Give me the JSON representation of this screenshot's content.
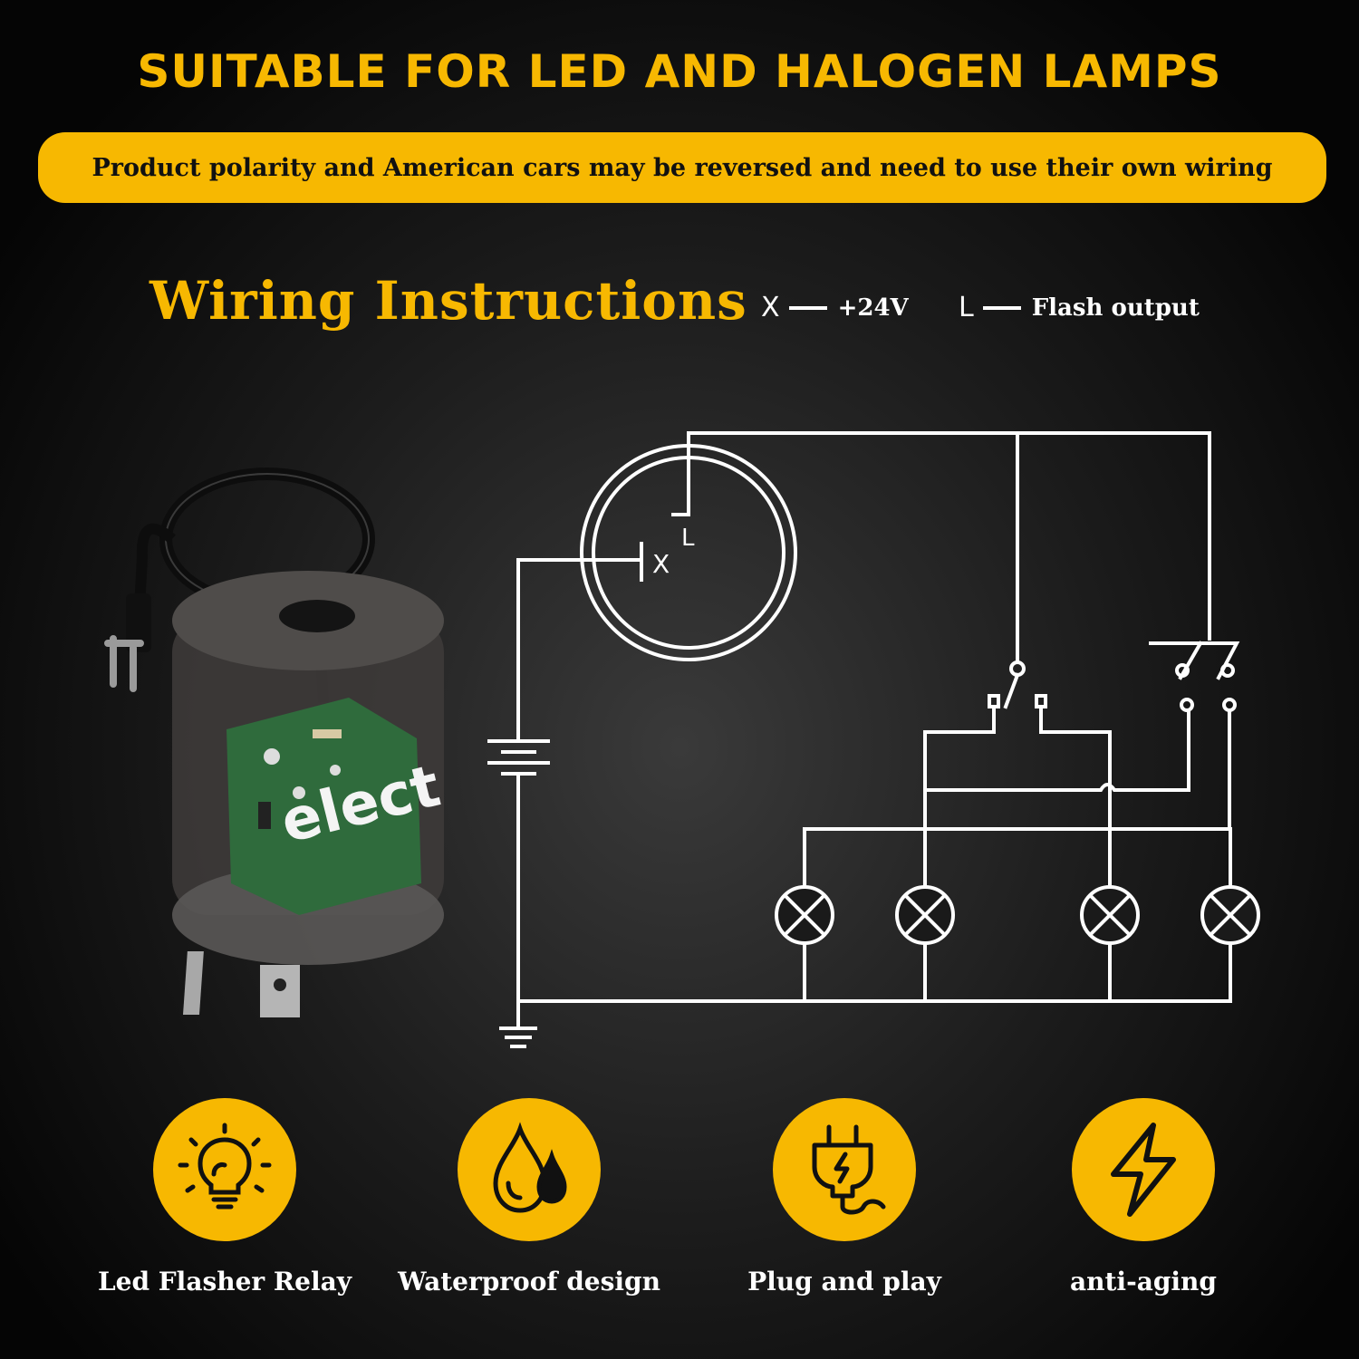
{
  "header": {
    "title": "SUITABLE FOR LED AND HALOGEN LAMPS",
    "notice": "Product polarity and American cars may be reversed and need to use their own wiring"
  },
  "wiring": {
    "title": "Wiring Instructions",
    "legend": [
      {
        "symbol": "X",
        "meaning": "+24V"
      },
      {
        "symbol": "L",
        "meaning": "Flash output"
      }
    ],
    "terminal_x": "X",
    "terminal_l": "L"
  },
  "product": {
    "label_text": "elect"
  },
  "features": [
    {
      "label": "Led Flasher Relay",
      "icon": "lightbulb-icon"
    },
    {
      "label": "Waterproof design",
      "icon": "water-drop-icon"
    },
    {
      "label": "Plug and play",
      "icon": "plug-icon"
    },
    {
      "label": "anti-aging",
      "icon": "lightning-bolt-icon"
    }
  ],
  "colors": {
    "accent": "#f7b801",
    "background": "#111111",
    "line": "#ffffff"
  }
}
